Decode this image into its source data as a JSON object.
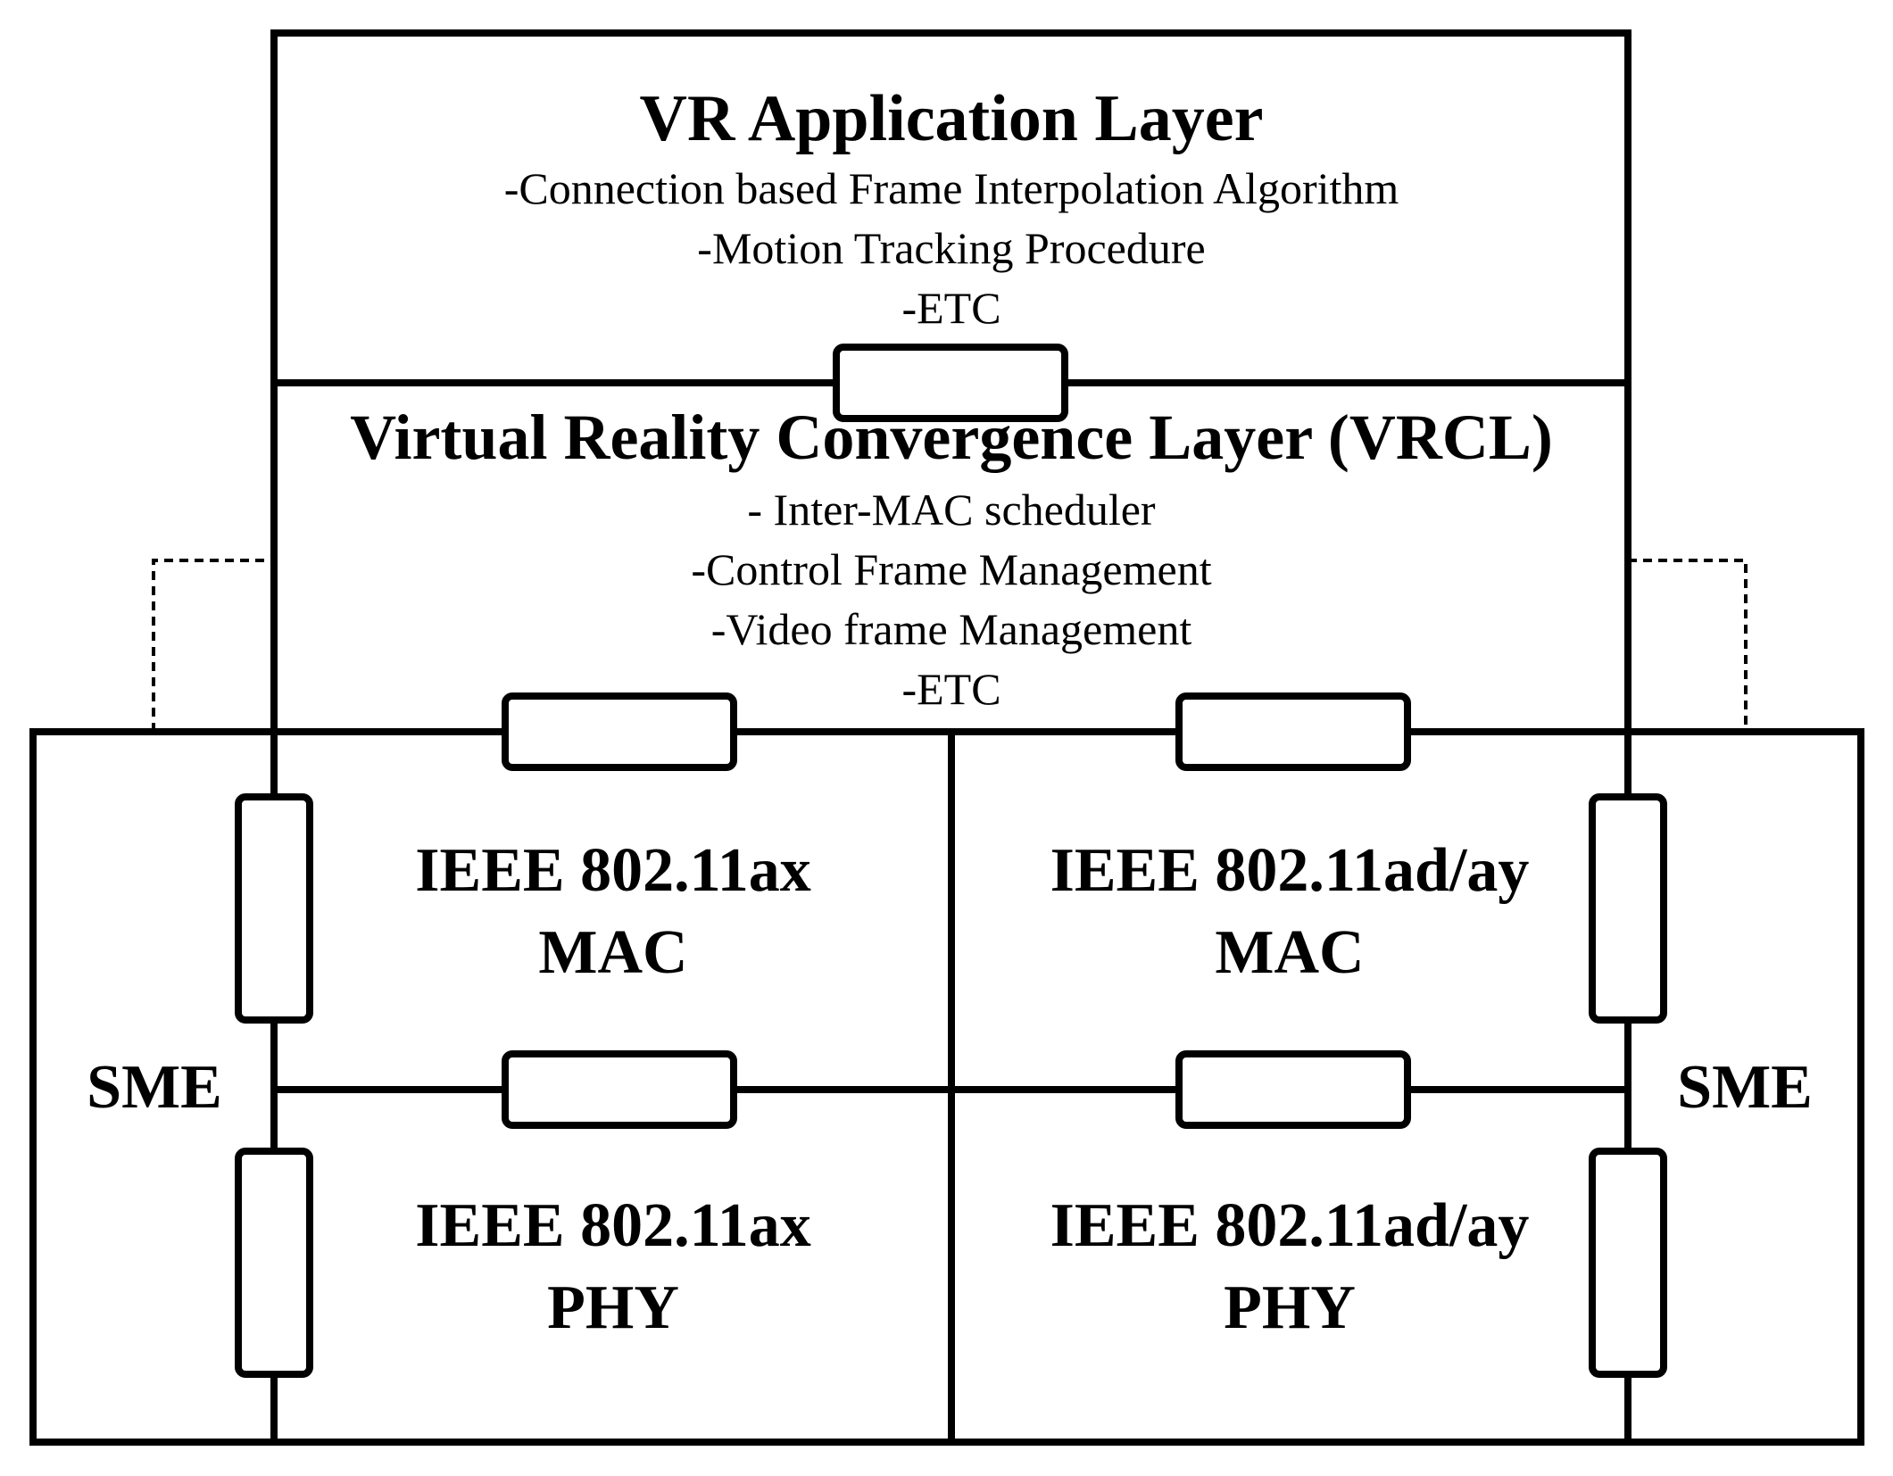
{
  "app_layer": {
    "title": "VR Application Layer",
    "items": [
      "-Connection based Frame Interpolation Algorithm",
      "-Motion Tracking Procedure",
      "-ETC"
    ]
  },
  "convergence_layer": {
    "title": "Virtual Reality Convergence Layer (VRCL)",
    "items": [
      "- Inter-MAC scheduler",
      "-Control Frame Management",
      "-Video frame Management",
      "-ETC"
    ]
  },
  "ax_mac": {
    "line1": "IEEE 802.11ax",
    "line2": "MAC"
  },
  "ad_mac": {
    "line1": "IEEE 802.11ad/ay",
    "line2": "MAC"
  },
  "ax_phy": {
    "line1": "IEEE 802.11ax",
    "line2": "PHY"
  },
  "ad_phy": {
    "line1": "IEEE 802.11ad/ay",
    "line2": "PHY"
  },
  "sme_left": "SME",
  "sme_right": "SME",
  "colors": {
    "line": "#000000",
    "background": "#ffffff"
  }
}
